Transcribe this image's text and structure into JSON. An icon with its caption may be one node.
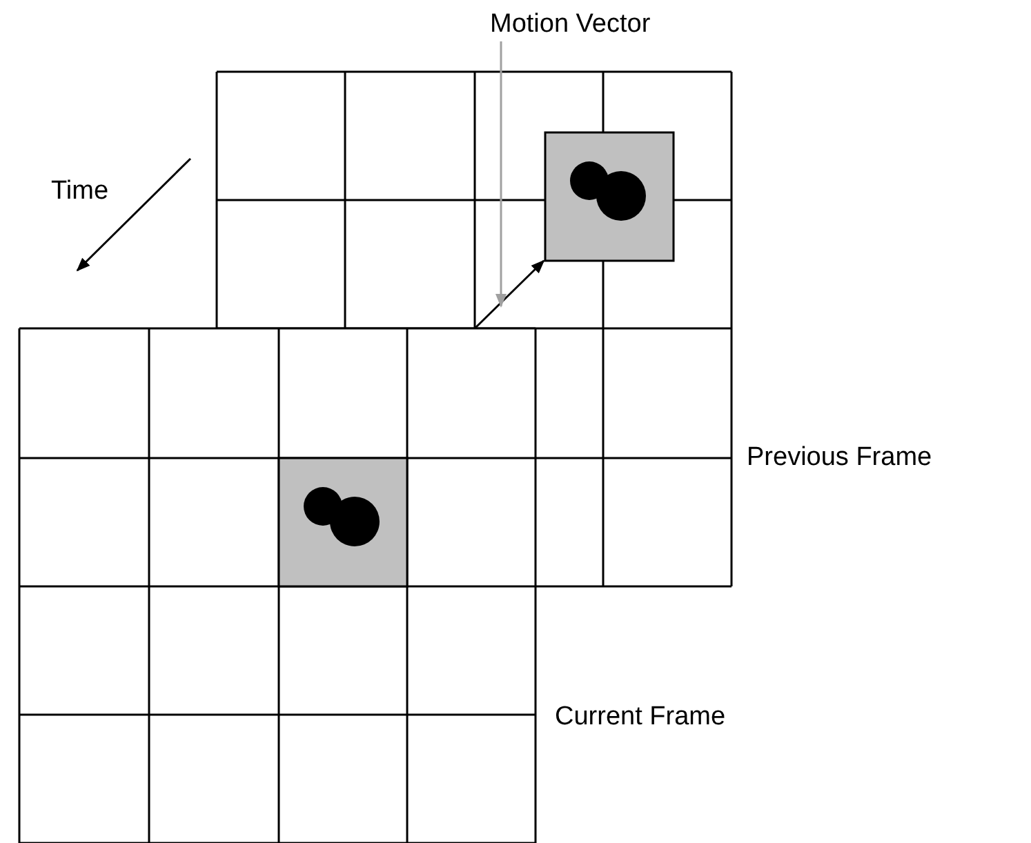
{
  "diagram": {
    "nodes": [
      {
        "text": [
          "Motion Vector"
        ]
      },
      {
        "text": [],
        "shape": "arrow"
      }
    ],
    "edges": [
      {
        "from": 0,
        "to": 1,
        "arrow": "to"
      }
    ],
    "labels": [
      "Time",
      "Previous Frame",
      "Current Frame"
    ]
  }
}
